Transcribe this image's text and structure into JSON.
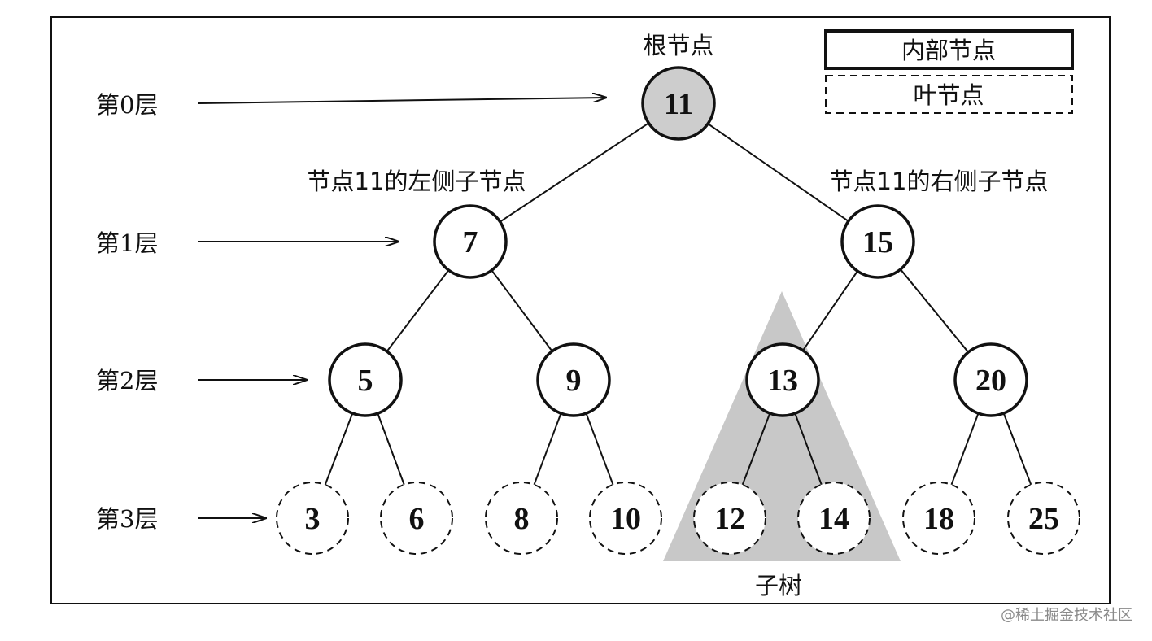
{
  "colors": {
    "stroke": "#111111",
    "root_fill": "#cdcdcd",
    "node_fill": "#ffffff",
    "subtree_fill": "#c8c8c8",
    "watermark": "#8a8a8a"
  },
  "annotations": {
    "root_label": "根节点",
    "left_child_label": "节点11的左侧子节点",
    "right_child_label": "节点11的右侧子节点",
    "subtree_label": "子树"
  },
  "legend": {
    "internal": "内部节点",
    "leaf": "叶节点"
  },
  "levels": [
    "第0层",
    "第1层",
    "第2层",
    "第3层"
  ],
  "nodes": [
    {
      "id": "11",
      "value": "11",
      "type": "root"
    },
    {
      "id": "7",
      "value": "7",
      "type": "internal"
    },
    {
      "id": "15",
      "value": "15",
      "type": "internal"
    },
    {
      "id": "5",
      "value": "5",
      "type": "internal"
    },
    {
      "id": "9",
      "value": "9",
      "type": "internal"
    },
    {
      "id": "13",
      "value": "13",
      "type": "internal"
    },
    {
      "id": "20",
      "value": "20",
      "type": "internal"
    },
    {
      "id": "3",
      "value": "3",
      "type": "leaf"
    },
    {
      "id": "6",
      "value": "6",
      "type": "leaf"
    },
    {
      "id": "8",
      "value": "8",
      "type": "leaf"
    },
    {
      "id": "10",
      "value": "10",
      "type": "leaf"
    },
    {
      "id": "12",
      "value": "12",
      "type": "leaf"
    },
    {
      "id": "14",
      "value": "14",
      "type": "leaf"
    },
    {
      "id": "18",
      "value": "18",
      "type": "leaf"
    },
    {
      "id": "25",
      "value": "25",
      "type": "leaf"
    }
  ],
  "edges": [
    [
      "11",
      "7"
    ],
    [
      "11",
      "15"
    ],
    [
      "7",
      "5"
    ],
    [
      "7",
      "9"
    ],
    [
      "15",
      "13"
    ],
    [
      "15",
      "20"
    ],
    [
      "5",
      "3"
    ],
    [
      "5",
      "6"
    ],
    [
      "9",
      "8"
    ],
    [
      "9",
      "10"
    ],
    [
      "13",
      "12"
    ],
    [
      "13",
      "14"
    ],
    [
      "20",
      "18"
    ],
    [
      "20",
      "25"
    ]
  ],
  "watermark": "@稀土掘金技术社区"
}
